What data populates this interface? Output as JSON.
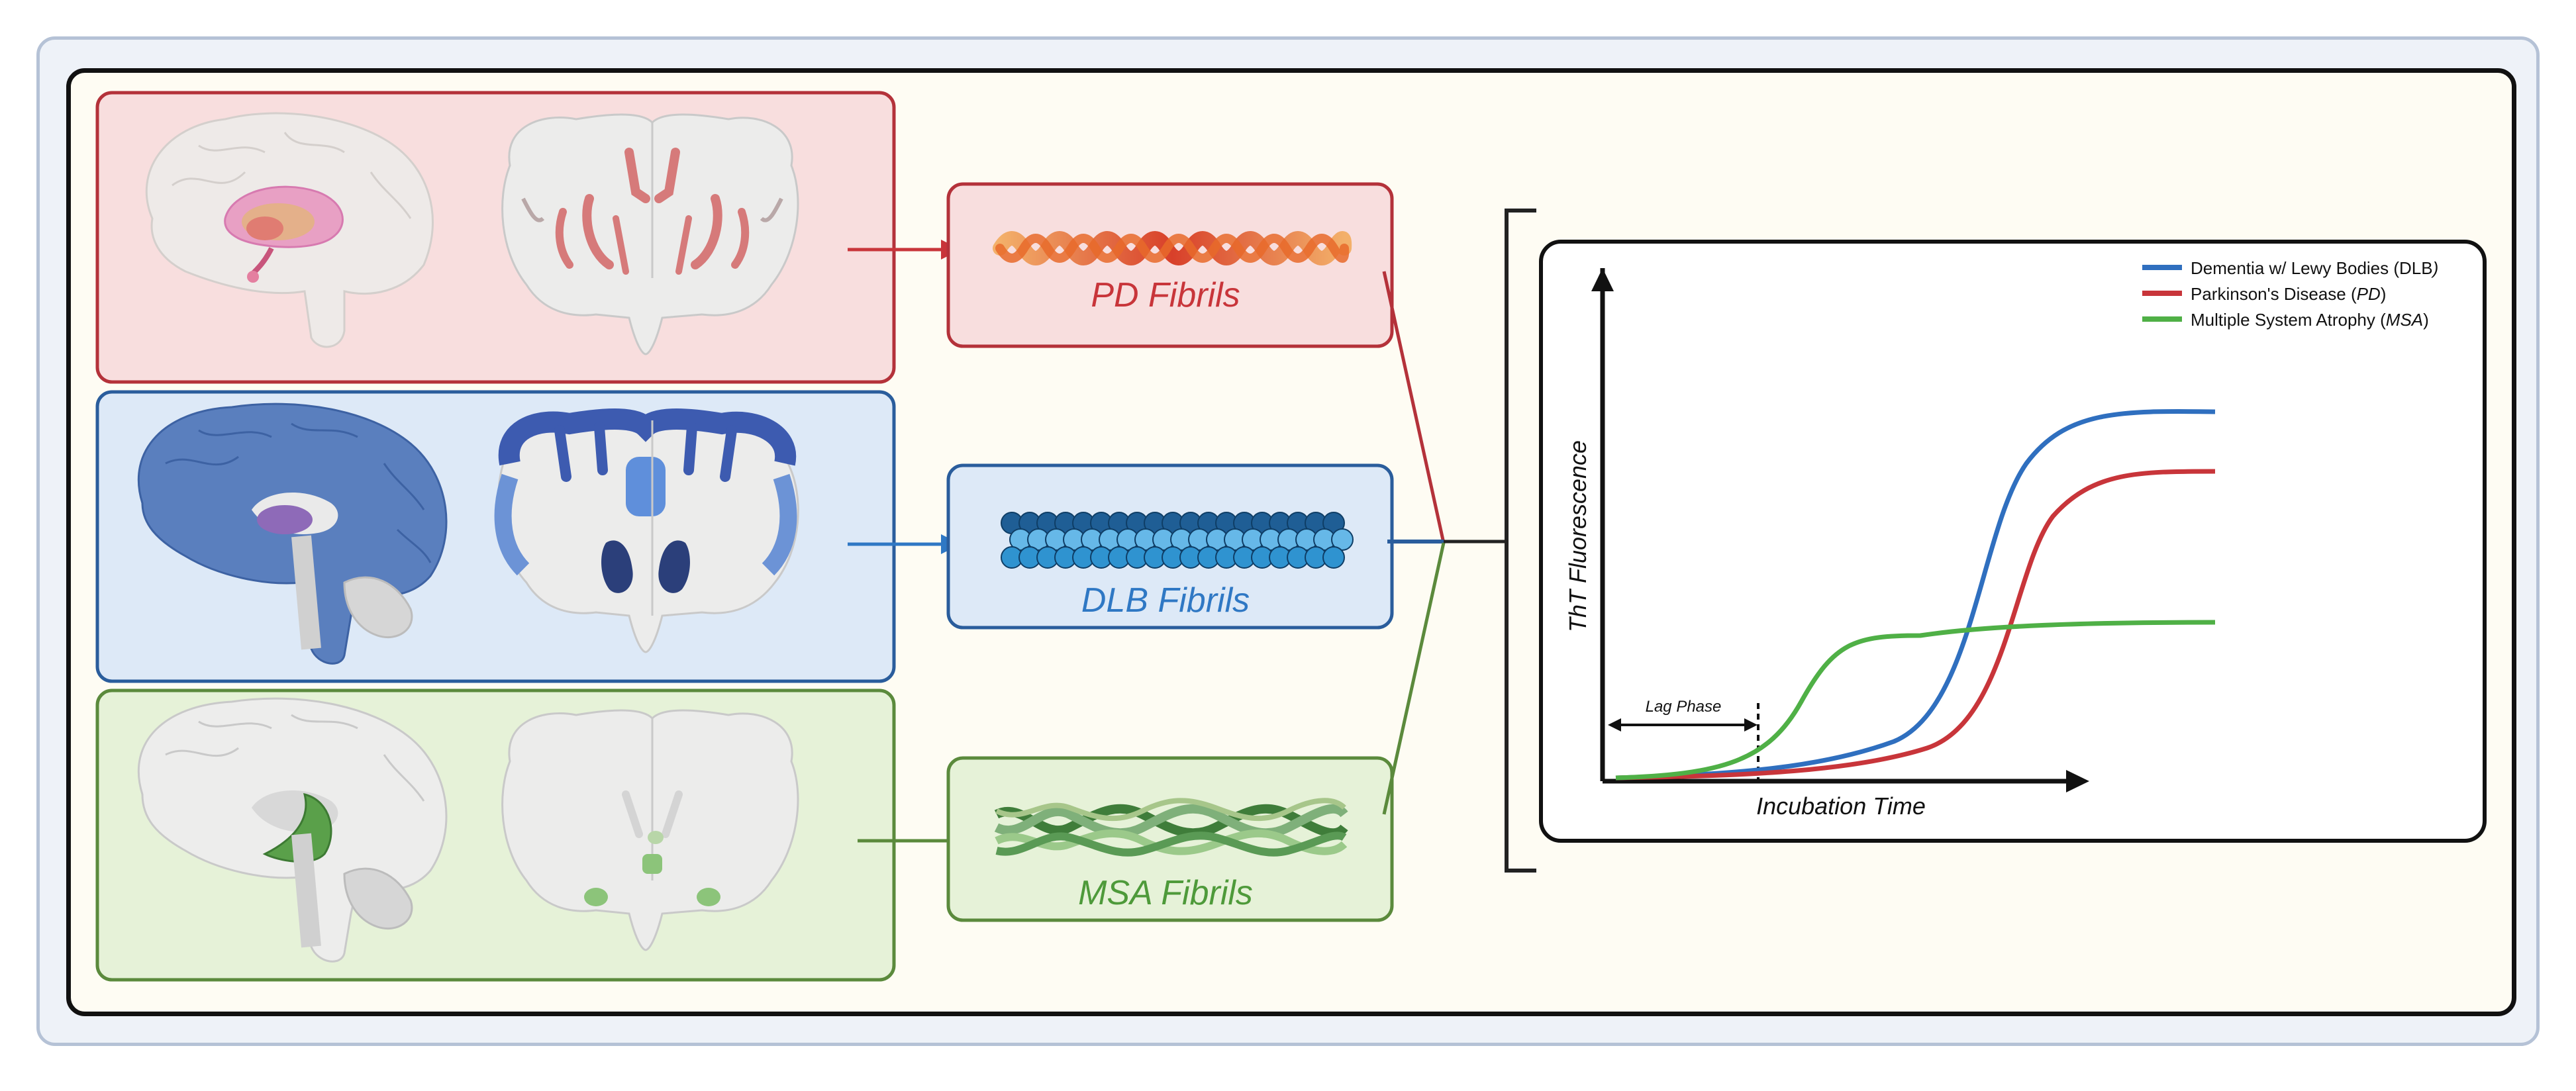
{
  "fibrils": {
    "pd": {
      "label": "PD Fibrils",
      "color": "#c8353a"
    },
    "dlb": {
      "label": "DLB Fibrils",
      "color": "#2f78c4"
    },
    "msa": {
      "label": "MSA Fibrils",
      "color": "#4e9a3a"
    }
  },
  "graph": {
    "y_axis_label": "ThT Fluorescence",
    "x_axis_label": "Incubation Time",
    "lag_phase_label": "Lag Phase",
    "legend": [
      {
        "pre": "Dementia w/ Lewy Bodies (DLB",
        "abbr": ")",
        "post": "",
        "color": "#2f6fbf"
      },
      {
        "pre": "Parkinson's Disease (",
        "abbr": "PD",
        "post": ")",
        "color": "#c8353a"
      },
      {
        "pre": "Multiple System Atrophy (",
        "abbr": "MSA",
        "post": ")",
        "color": "#4fb046"
      }
    ]
  },
  "colors": {
    "pd_panel_bg": "#f8dede",
    "pd_border": "#b4323a",
    "dlb_panel_bg": "#dde9f7",
    "dlb_border": "#2a5d9c",
    "msa_panel_bg": "#e6f2d8",
    "msa_border": "#5b8a3c"
  }
}
